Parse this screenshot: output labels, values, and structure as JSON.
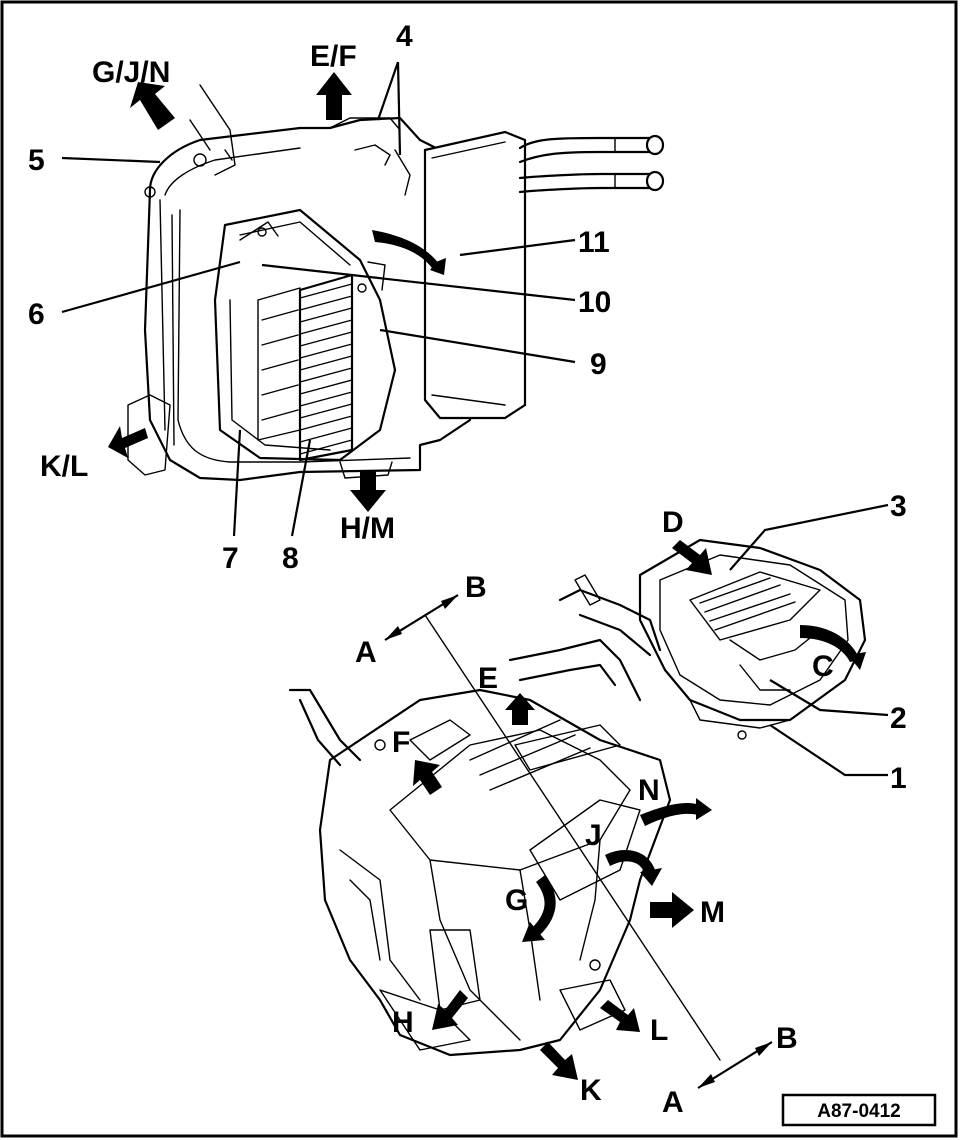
{
  "figure": {
    "code": "A87-0412",
    "top_view": {
      "labels": {
        "l4": "4",
        "l5": "5",
        "l6": "6",
        "l7": "7",
        "l8": "8",
        "l9": "9",
        "l10": "10",
        "l11": "11",
        "gjn": "G/J/N",
        "ef": "E/F",
        "kl": "K/L",
        "hm": "H/M"
      }
    },
    "assembly_view": {
      "labels": {
        "l1": "1",
        "l2": "2",
        "l3": "3",
        "a_top": "A",
        "b_top": "B",
        "a_bottom": "A",
        "b_bottom": "B",
        "c": "C",
        "d": "D",
        "e": "E",
        "f": "F",
        "g": "G",
        "h": "H",
        "j": "J",
        "k": "K",
        "l": "L",
        "m": "M",
        "n": "N"
      }
    }
  }
}
